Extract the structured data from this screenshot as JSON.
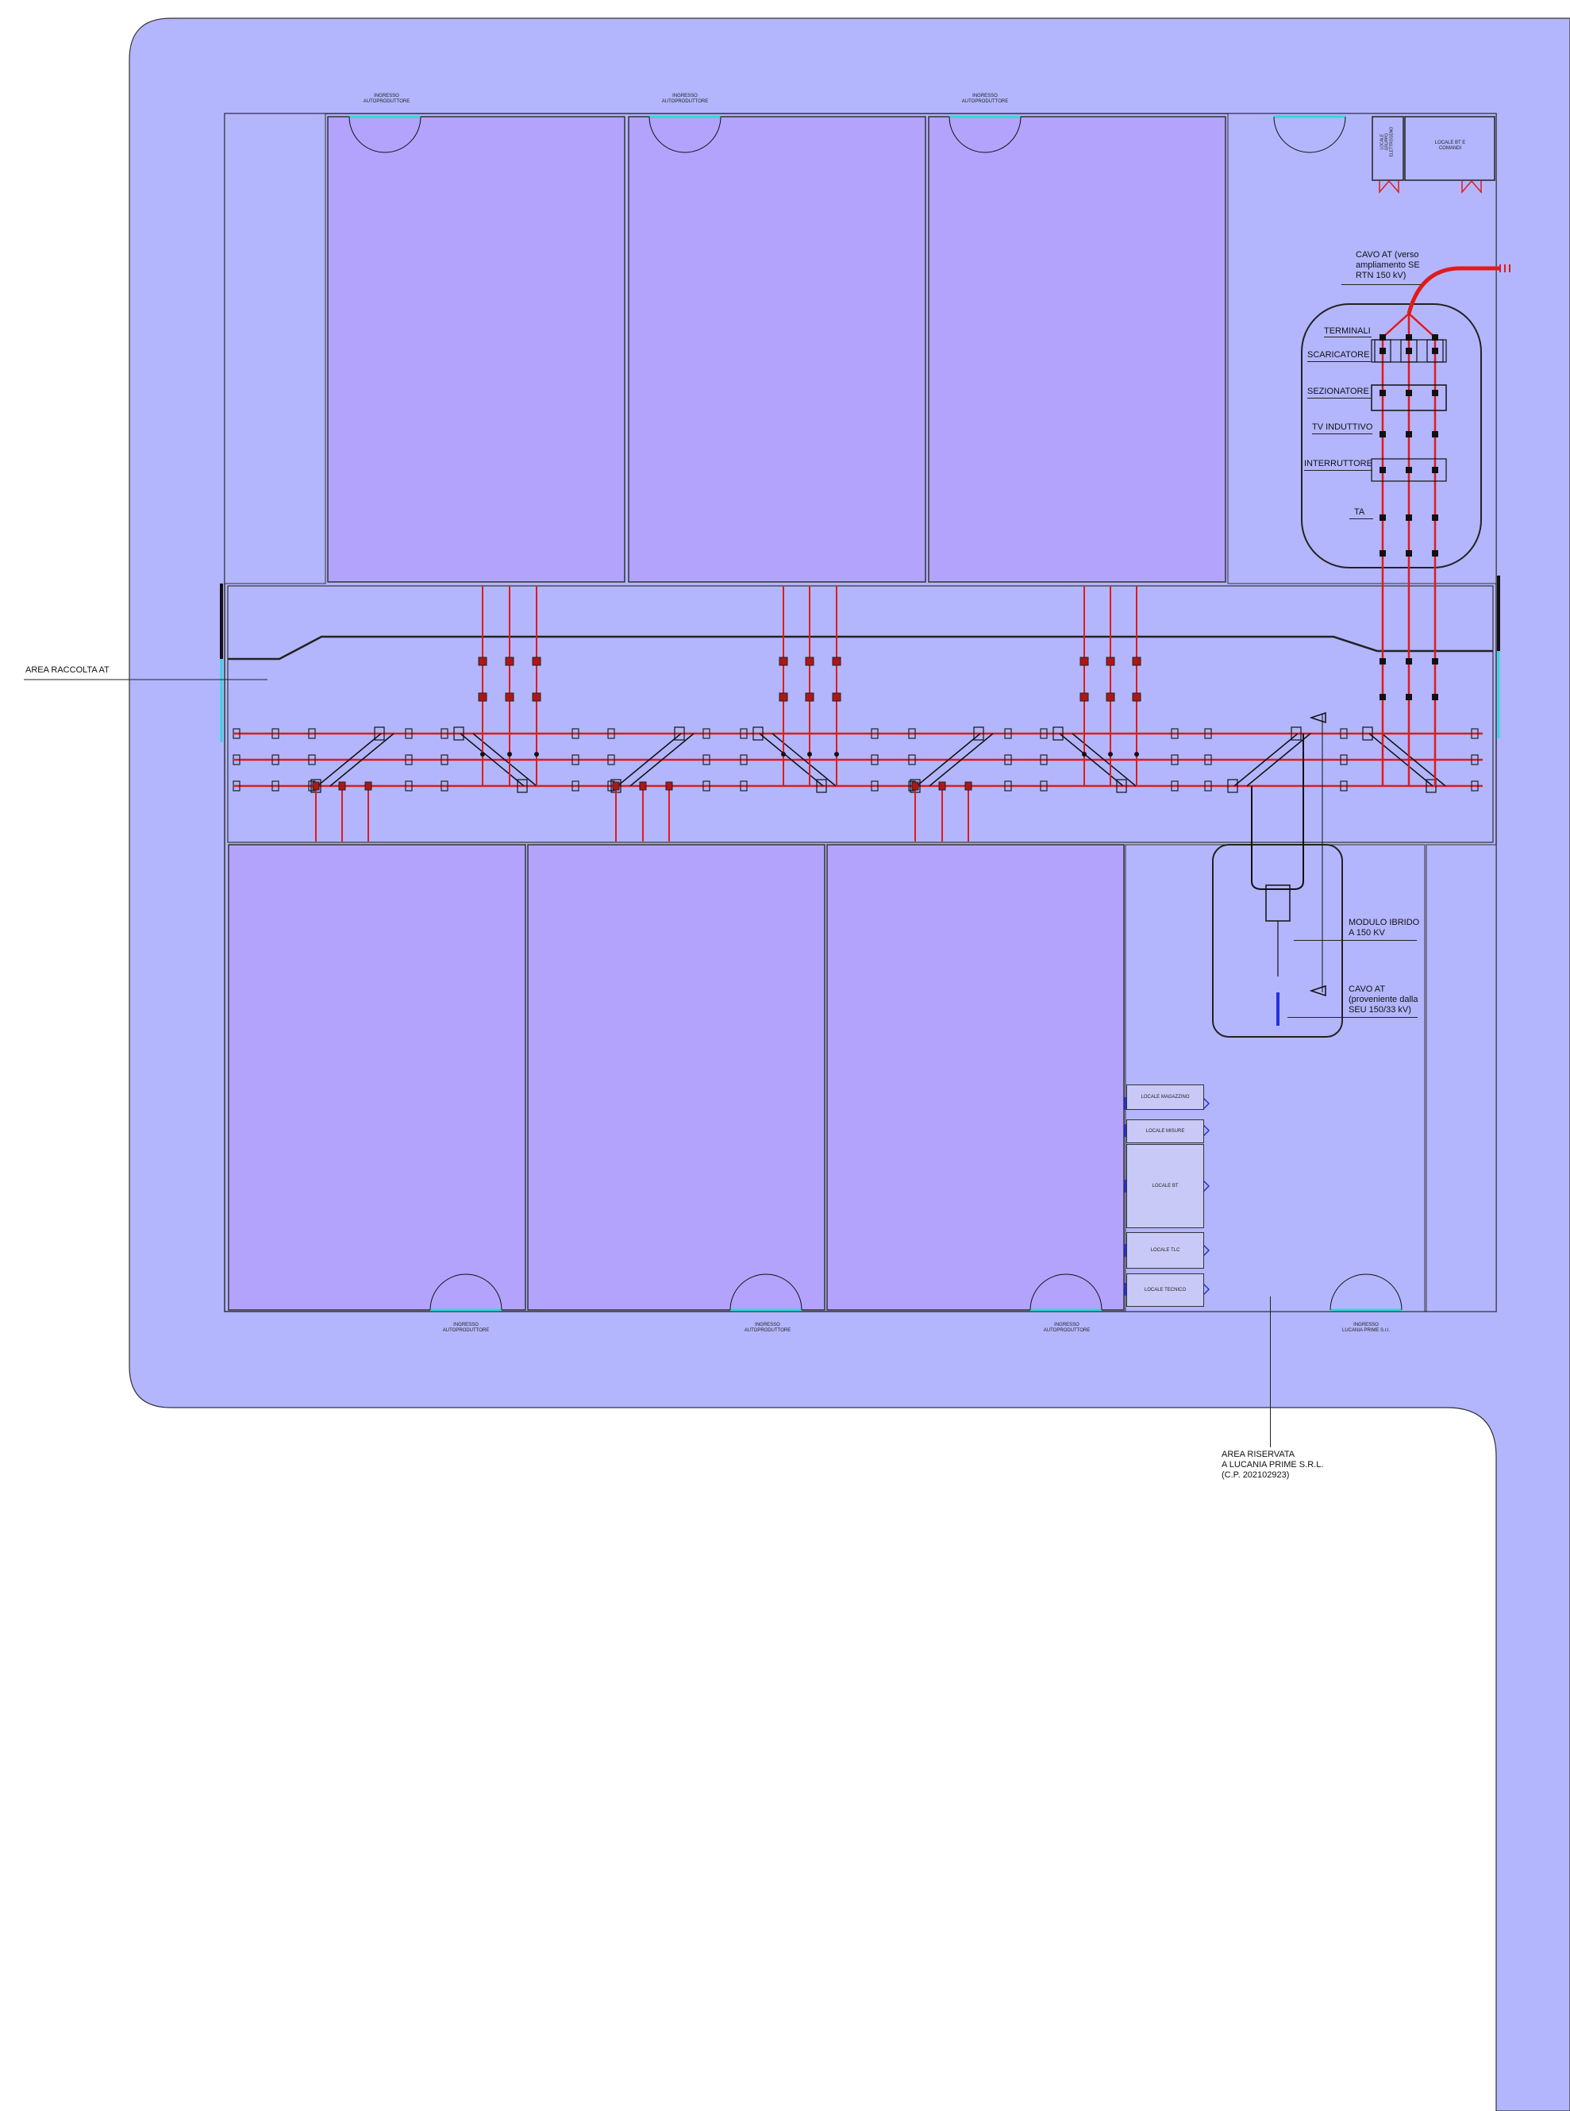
{
  "colors": {
    "site_fill": "#b3b6fc",
    "bay_fill": "#b3a3fc",
    "bus_red": "#e01b1b",
    "outline": "#333333",
    "door_cyan": "#33d6e0",
    "cable_blue": "#2233dd",
    "equipment_green": "#5fcf6f"
  },
  "labels": {
    "area_raccolta": "AREA RACCOLTA AT",
    "cavo_at_top": "CAVO AT (verso\nampliamento SE\nRTN 150 kV)",
    "terminali": "TERMINALI",
    "scaricatore": "SCARICATORE",
    "sezionatore": "SEZIONATORE",
    "tv_induttivo": "TV INDUTTIVO",
    "interruttore": "INTERRUTTORE",
    "ta": "TA",
    "modulo_ibrido": "MODULO IBRIDO\nA 150 KV",
    "cavo_at_bottom": "CAVO AT\n(proveniente dalla\nSEU 150/33 kV)",
    "area_riservata": "AREA RISERVATA\nA LUCANIA PRIME S.R.L.\n(C.P. 202102923)"
  },
  "entrances": {
    "top": [
      "INGRESSO\nAUTOPRODUTTORE",
      "INGRESSO\nAUTOPRODUTTORE",
      "INGRESSO\nAUTOPRODUTTORE"
    ],
    "bottom": [
      "INGRESSO\nAUTOPRODUTTORE",
      "INGRESSO\nAUTOPRODUTTORE",
      "INGRESSO\nAUTOPRODUTTORE",
      "INGRESSO\nLUCANIA PRIME S.r.l."
    ]
  },
  "small_rooms": {
    "top_right_a": "LOCALE\nGRUPPO\nELETTROGENO",
    "top_right_b": "LOCALE BT E\nCOMANDI"
  },
  "building_rooms": [
    "LOCALE MAGAZZINO",
    "LOCALE MISURE",
    "LOCALE BT",
    "LOCALE TLC",
    "LOCALE TECNICO"
  ]
}
